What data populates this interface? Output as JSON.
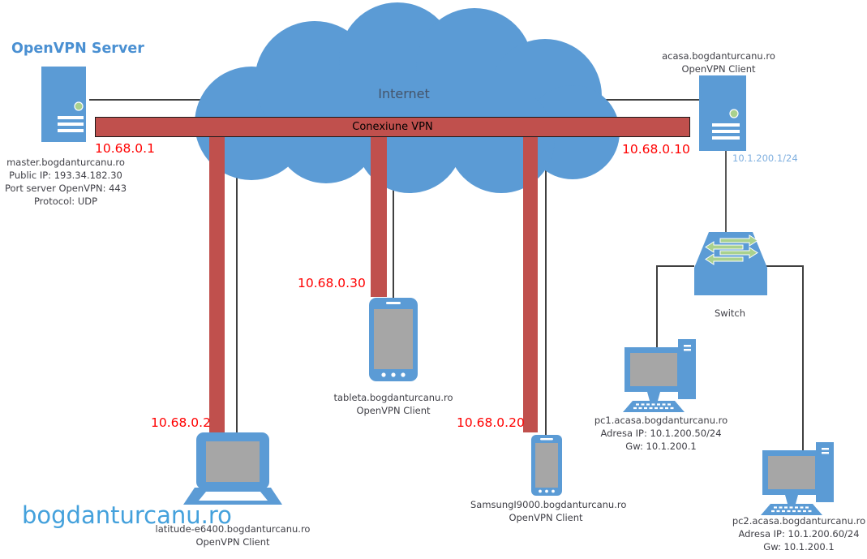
{
  "diagram": {
    "title": "OpenVPN Server",
    "watermark": "bogdanturcanu.ro",
    "cloud_label": "Internet",
    "vpn_bar_label": "Conexiune VPN",
    "colors": {
      "node_blue": "#5B9BD5",
      "vpn_red_fill": "#C0504D",
      "ip_red": "#FF0000",
      "accent_blue_text": "#4A90D2",
      "lan_ip_blue": "#7FAFDF",
      "arrow_green": "#A9D18E",
      "screen_gray": "#A6A6A6"
    },
    "nodes": {
      "master": {
        "vpn_ip": "10.68.0.1",
        "name": "master.bogdanturcanu.ro",
        "public_ip": "Public IP: 193.34.182.30",
        "port": "Port server OpenVPN: 443",
        "protocol": "Protocol: UDP"
      },
      "acasa": {
        "name": "acasa.bogdanturcanu.ro",
        "role": "OpenVPN Client",
        "vpn_ip": "10.68.0.10",
        "lan_ip": "10.1.200.1/24"
      },
      "laptop": {
        "name": "latitude-e6400.bogdanturcanu.ro",
        "role": "OpenVPN Client",
        "vpn_ip": "10.68.0.2"
      },
      "tablet": {
        "name": "tableta.bogdanturcanu.ro",
        "role": "OpenVPN Client",
        "vpn_ip": "10.68.0.30"
      },
      "phone": {
        "name": "SamsungI9000.bogdanturcanu.ro",
        "role": "OpenVPN Client",
        "vpn_ip": "10.68.0.20"
      },
      "switch": {
        "label": "Switch"
      },
      "pc1": {
        "name": "pc1.acasa.bogdanturcanu.ro",
        "ip": "Adresa IP: 10.1.200.50/24",
        "gw": "Gw: 10.1.200.1"
      },
      "pc2": {
        "name": "pc2.acasa.bogdanturcanu.ro",
        "ip": "Adresa IP: 10.1.200.60/24",
        "gw": "Gw: 10.1.200.1"
      }
    }
  }
}
